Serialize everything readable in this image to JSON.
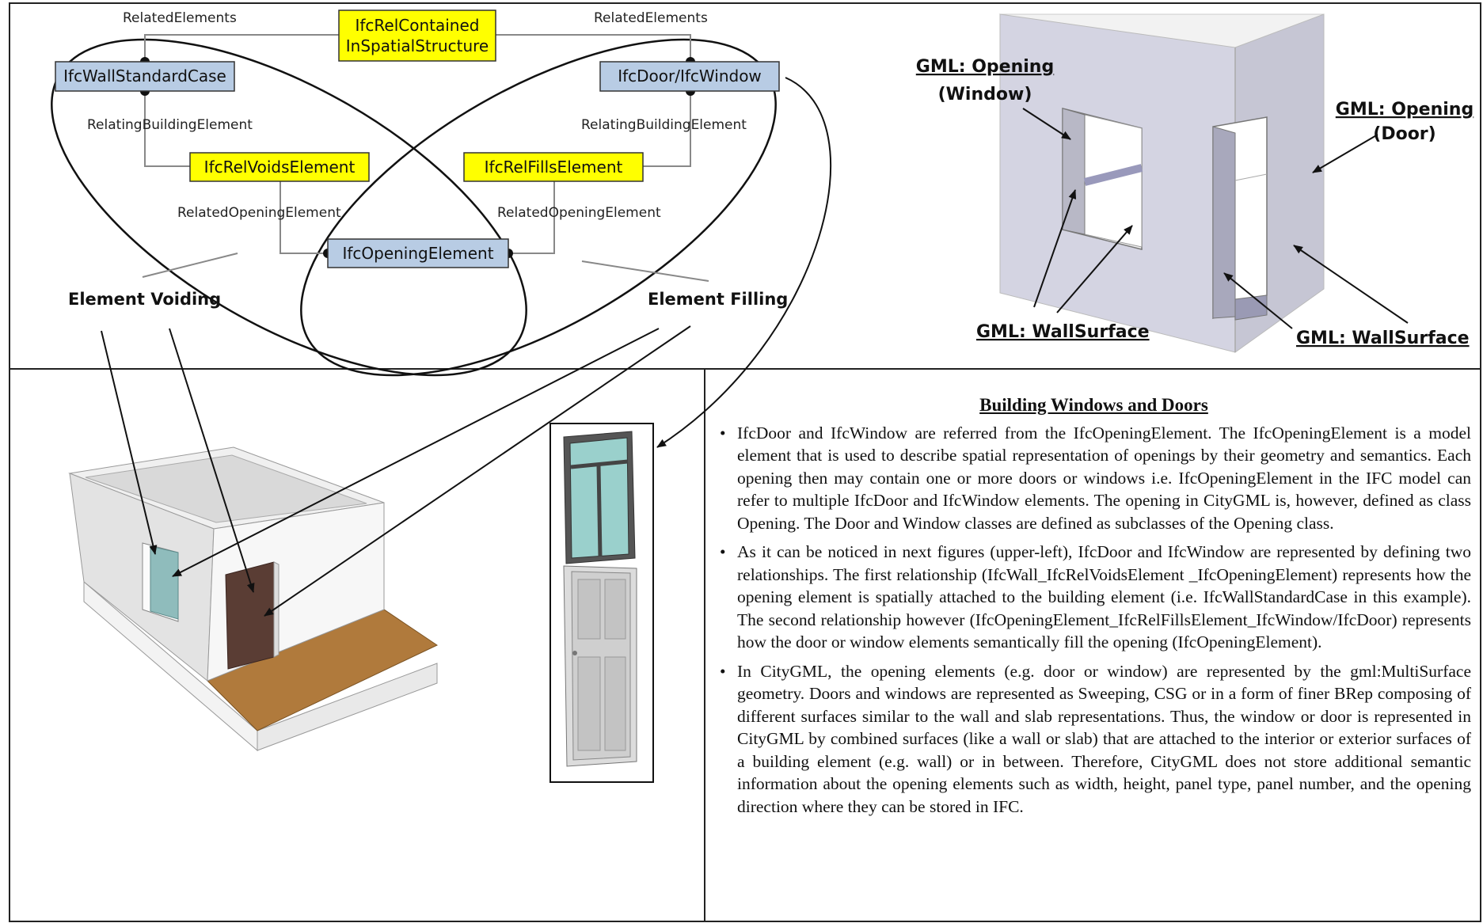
{
  "diagram": {
    "classes": {
      "rel_contained_line1": "IfcRelContained",
      "rel_contained_line2": "InSpatialStructure",
      "wall_standard_case": "IfcWallStandardCase",
      "door_window": "IfcDoor/IfcWindow",
      "rel_voids": "IfcRelVoidsElement",
      "rel_fills": "IfcRelFillsElement",
      "opening_element": "IfcOpeningElement"
    },
    "roles": {
      "related_elements_left": "RelatedElements",
      "related_elements_right": "RelatedElements",
      "relating_building_left": "RelatingBuildingElement",
      "relating_building_right": "RelatingBuildingElement",
      "related_opening_left": "RelatedOpeningElement",
      "related_opening_right": "RelatedOpeningElement"
    },
    "group_labels": {
      "voiding": "Element Voiding",
      "filling": "Element Filling"
    },
    "colors": {
      "relationship_box": "#ffff00",
      "entity_box": "#b8cce4",
      "door": "#5a3d34",
      "window_glass": "#8fbcbc",
      "floor": "#b07a3c"
    }
  },
  "gml_labels": {
    "opening_window_l1": "GML: Opening",
    "opening_window_l2": "(Window)",
    "opening_door_l1": "GML: Opening",
    "opening_door_l2": "(Door)",
    "wallsurface_left": "GML: WallSurface",
    "wallsurface_right": "GML: WallSurface"
  },
  "text_panel": {
    "title": "Building Windows and Doors",
    "bullets": [
      "IfcDoor and IfcWindow are referred from the IfcOpeningElement. The IfcOpeningElement is a model element that is used to describe spatial representation of openings by their geometry and semantics. Each opening then may contain one or more doors or windows i.e. IfcOpeningElement in the IFC model can refer to multiple IfcDoor and IfcWindow elements. The opening in CityGML is, however, defined as class Opening. The Door and Window classes are defined as subclasses of the Opening class.",
      "As it can be noticed in next figures (upper-left), IfcDoor and IfcWindow are represented by defining two relationships. The first relationship (IfcWall_IfcRelVoidsElement _IfcOpeningElement) represents how the opening element is spatially attached to the building element (i.e. IfcWallStandardCase in this example). The second relationship however (IfcOpeningElement_IfcRelFillsElement_IfcWindow/IfcDoor) represents how the door or window elements semantically fill the opening (IfcOpeningElement).",
      "In CityGML, the opening elements (e.g. door or window) are represented by the gml:MultiSurface geometry. Doors and windows are represented as Sweeping, CSG or in a form of finer BRep composing of different surfaces similar to the wall and slab representations. Thus, the window or door is represented in CityGML by combined surfaces (like a wall or slab) that are attached to the interior or exterior surfaces of a building element (e.g. wall) or in between. Therefore, CityGML does not store additional semantic information about the opening elements such as width, height, panel type, panel number, and the opening direction where they can be stored in IFC."
    ]
  }
}
